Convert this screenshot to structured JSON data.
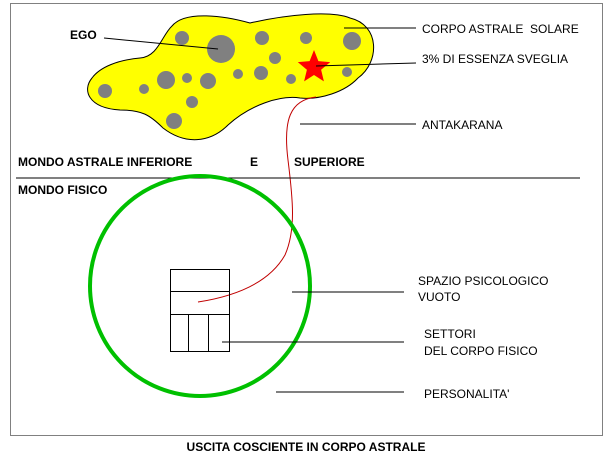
{
  "labels": {
    "ego": "EGO",
    "corpo_astrale": "CORPO ASTRALE  SOLARE",
    "essenza": "3% DI ESSENZA SVEGLIA",
    "antakarana": "ANTAKARANA",
    "mondo_astrale": "MONDO ASTRALE INFERIORE",
    "e": "E",
    "superiore": "SUPERIORE",
    "mondo_fisico": "MONDO FISICO",
    "spazio_line1": "SPAZIO PSICOLOGICO",
    "spazio_line2": "VUOTO",
    "settori_line1": "SETTORI",
    "settori_line2": "DEL CORPO FISICO",
    "personalita": "PERSONALITA'",
    "caption": "USCITA COSCIENTE IN CORPO ASTRALE"
  },
  "colors": {
    "astral_body": "#ffff00",
    "spots": "#808080",
    "star": "#ff0000",
    "antakarana_line": "#c00000",
    "personality_circle": "#00c000"
  }
}
